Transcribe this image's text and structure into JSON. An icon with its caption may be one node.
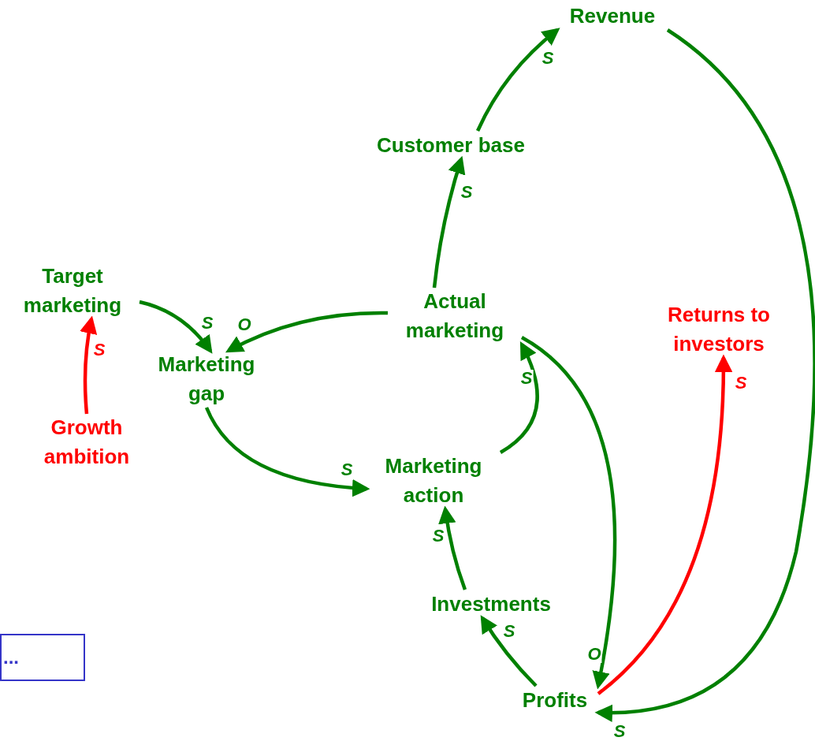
{
  "diagram": {
    "nodes": [
      {
        "text": [
          "Revenue"
        ]
      },
      {
        "text": [
          "Customer base"
        ]
      },
      {
        "text": [
          "Target marketing"
        ]
      },
      {
        "text": [
          "Actual marketing"
        ]
      },
      {
        "text": [
          "Returns to investors"
        ]
      },
      {
        "text": [
          "Marketing gap"
        ]
      },
      {
        "text": [
          "Growth ambition"
        ]
      },
      {
        "text": [
          "Marketing action"
        ]
      },
      {
        "text": [
          "Investments"
        ]
      },
      {
        "text": [
          "Profits"
        ]
      },
      {
        "text": [
          "..."
        ]
      }
    ],
    "edges": [
      {
        "from": 1,
        "to": 0,
        "arrow": "to",
        "label": "S"
      },
      {
        "from": 3,
        "to": 1,
        "arrow": "to",
        "label": "S"
      },
      {
        "from": 2,
        "to": 5,
        "arrow": "to",
        "label": "S"
      },
      {
        "from": 3,
        "to": 5,
        "arrow": "to",
        "label": "O"
      },
      {
        "from": 6,
        "to": 2,
        "arrow": "to",
        "label": "S",
        "color": "#ff0000"
      },
      {
        "from": 5,
        "to": 7,
        "arrow": "to",
        "label": "S"
      },
      {
        "from": 7,
        "to": 3,
        "arrow": "to",
        "label": "S"
      },
      {
        "from": 8,
        "to": 7,
        "arrow": "to",
        "label": "S"
      },
      {
        "from": 9,
        "to": 8,
        "arrow": "to",
        "label": "S"
      },
      {
        "from": 3,
        "to": 9,
        "arrow": "to",
        "label": "O"
      },
      {
        "from": 9,
        "to": 4,
        "arrow": "to",
        "label": "S",
        "color": "#ff0000"
      },
      {
        "from": 0,
        "to": 9,
        "arrow": "to",
        "label": "S"
      }
    ]
  }
}
